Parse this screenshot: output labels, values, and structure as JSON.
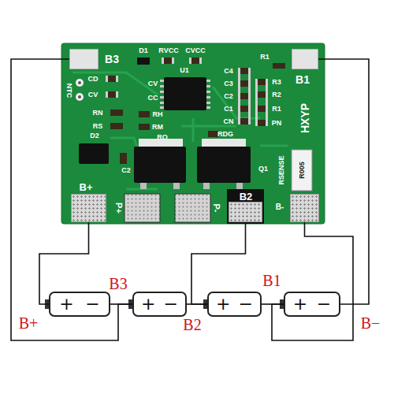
{
  "diagram": {
    "nodes": [
      {
        "text": [
          "B3"
        ]
      },
      {
        "text": [
          "B1"
        ]
      },
      {
        "text": [
          "B+"
        ]
      },
      {
        "text": [
          "B2"
        ]
      },
      {
        "text": [
          "B-"
        ]
      },
      {
        "text": [
          "+",
          "−"
        ]
      },
      {
        "text": [
          "+",
          "−"
        ]
      },
      {
        "text": [
          "+",
          "−"
        ]
      },
      {
        "text": [
          "+",
          "−"
        ]
      }
    ],
    "edges": [
      {
        "from": 0,
        "to": 6,
        "arrow": "none"
      },
      {
        "from": 2,
        "to": 5,
        "arrow": "none"
      },
      {
        "from": 3,
        "to": 7,
        "arrow": "none"
      },
      {
        "from": 4,
        "to": 8,
        "arrow": "none"
      },
      {
        "from": 1,
        "to": 8,
        "arrow": "none"
      },
      {
        "from": 5,
        "to": 6,
        "arrow": "none"
      },
      {
        "from": 6,
        "to": 7,
        "arrow": "none"
      },
      {
        "from": 7,
        "to": 8,
        "arrow": "none"
      }
    ],
    "labels": [
      "D1",
      "RVCC",
      "CVCC",
      "R1",
      "CD",
      "CV",
      "U1",
      "CV",
      "CC",
      "C4",
      "C3",
      "C2",
      "C1",
      "CN",
      "R3",
      "R2",
      "R1",
      "PN",
      "HXYP",
      "NTC",
      "RN",
      "RS",
      "RH",
      "RM",
      "RO",
      "RDG",
      "D2",
      "C2",
      "Q1",
      "RSENSE",
      "R005",
      "P+",
      "P-",
      "B+",
      "B3",
      "B2",
      "B1",
      "B−"
    ]
  }
}
